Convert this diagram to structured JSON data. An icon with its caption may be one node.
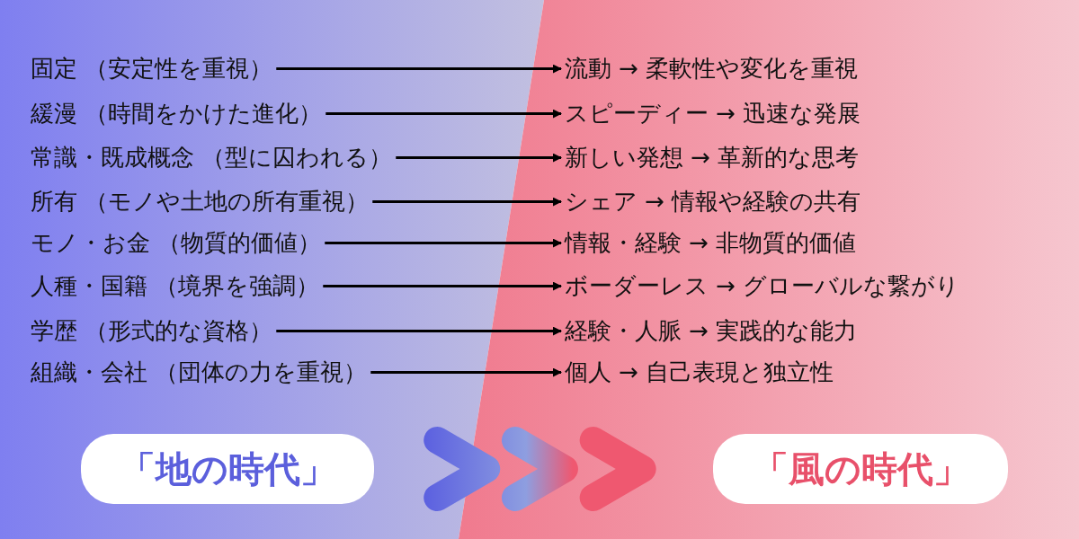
{
  "diagram": {
    "nodes": [
      {
        "text": [
          "固定 （安定性を重視）"
        ]
      },
      {
        "text": [
          "緩漫 （時間をかけた進化）"
        ]
      },
      {
        "text": [
          "常識・既成概念 （型に囚われる）"
        ]
      },
      {
        "text": [
          "所有 （モノや土地の所有重視）"
        ]
      },
      {
        "text": [
          "モノ・お金 （物質的価値）"
        ]
      },
      {
        "text": [
          "人種・国籍 （境界を強調）"
        ]
      },
      {
        "text": [
          "学歴 （形式的な資格）"
        ]
      },
      {
        "text": [
          "組織・会社 （団体の力を重視）"
        ]
      },
      {
        "text": [
          "流動 → 柔軟性や変化を重視"
        ]
      },
      {
        "text": [
          "スピーディー → 迅速な発展"
        ]
      },
      {
        "text": [
          "新しい発想 → 革新的な思考"
        ]
      },
      {
        "text": [
          "シェア → 情報や経験の共有"
        ]
      },
      {
        "text": [
          "情報・経験 → 非物質的価値"
        ]
      },
      {
        "text": [
          "ボーダーレス → グローバルな繋がり"
        ]
      },
      {
        "text": [
          "経験・人脈 → 実践的な能力"
        ]
      },
      {
        "text": [
          "個人 → 自己表現と独立性"
        ]
      },
      {
        "text": [
          "「地の時代」"
        ]
      },
      {
        "text": [
          "「風の時代」"
        ]
      }
    ],
    "edges": [
      {
        "from": 0,
        "to": 8,
        "arrow": "to"
      },
      {
        "from": 1,
        "to": 9,
        "arrow": "to"
      },
      {
        "from": 2,
        "to": 10,
        "arrow": "to"
      },
      {
        "from": 3,
        "to": 11,
        "arrow": "to"
      },
      {
        "from": 4,
        "to": 12,
        "arrow": "to"
      },
      {
        "from": 5,
        "to": 13,
        "arrow": "to"
      },
      {
        "from": 6,
        "to": 14,
        "arrow": "to"
      },
      {
        "from": 7,
        "to": 15,
        "arrow": "to"
      },
      {
        "from": 16,
        "to": 17,
        "arrow": "to",
        "style": "thick"
      }
    ]
  }
}
